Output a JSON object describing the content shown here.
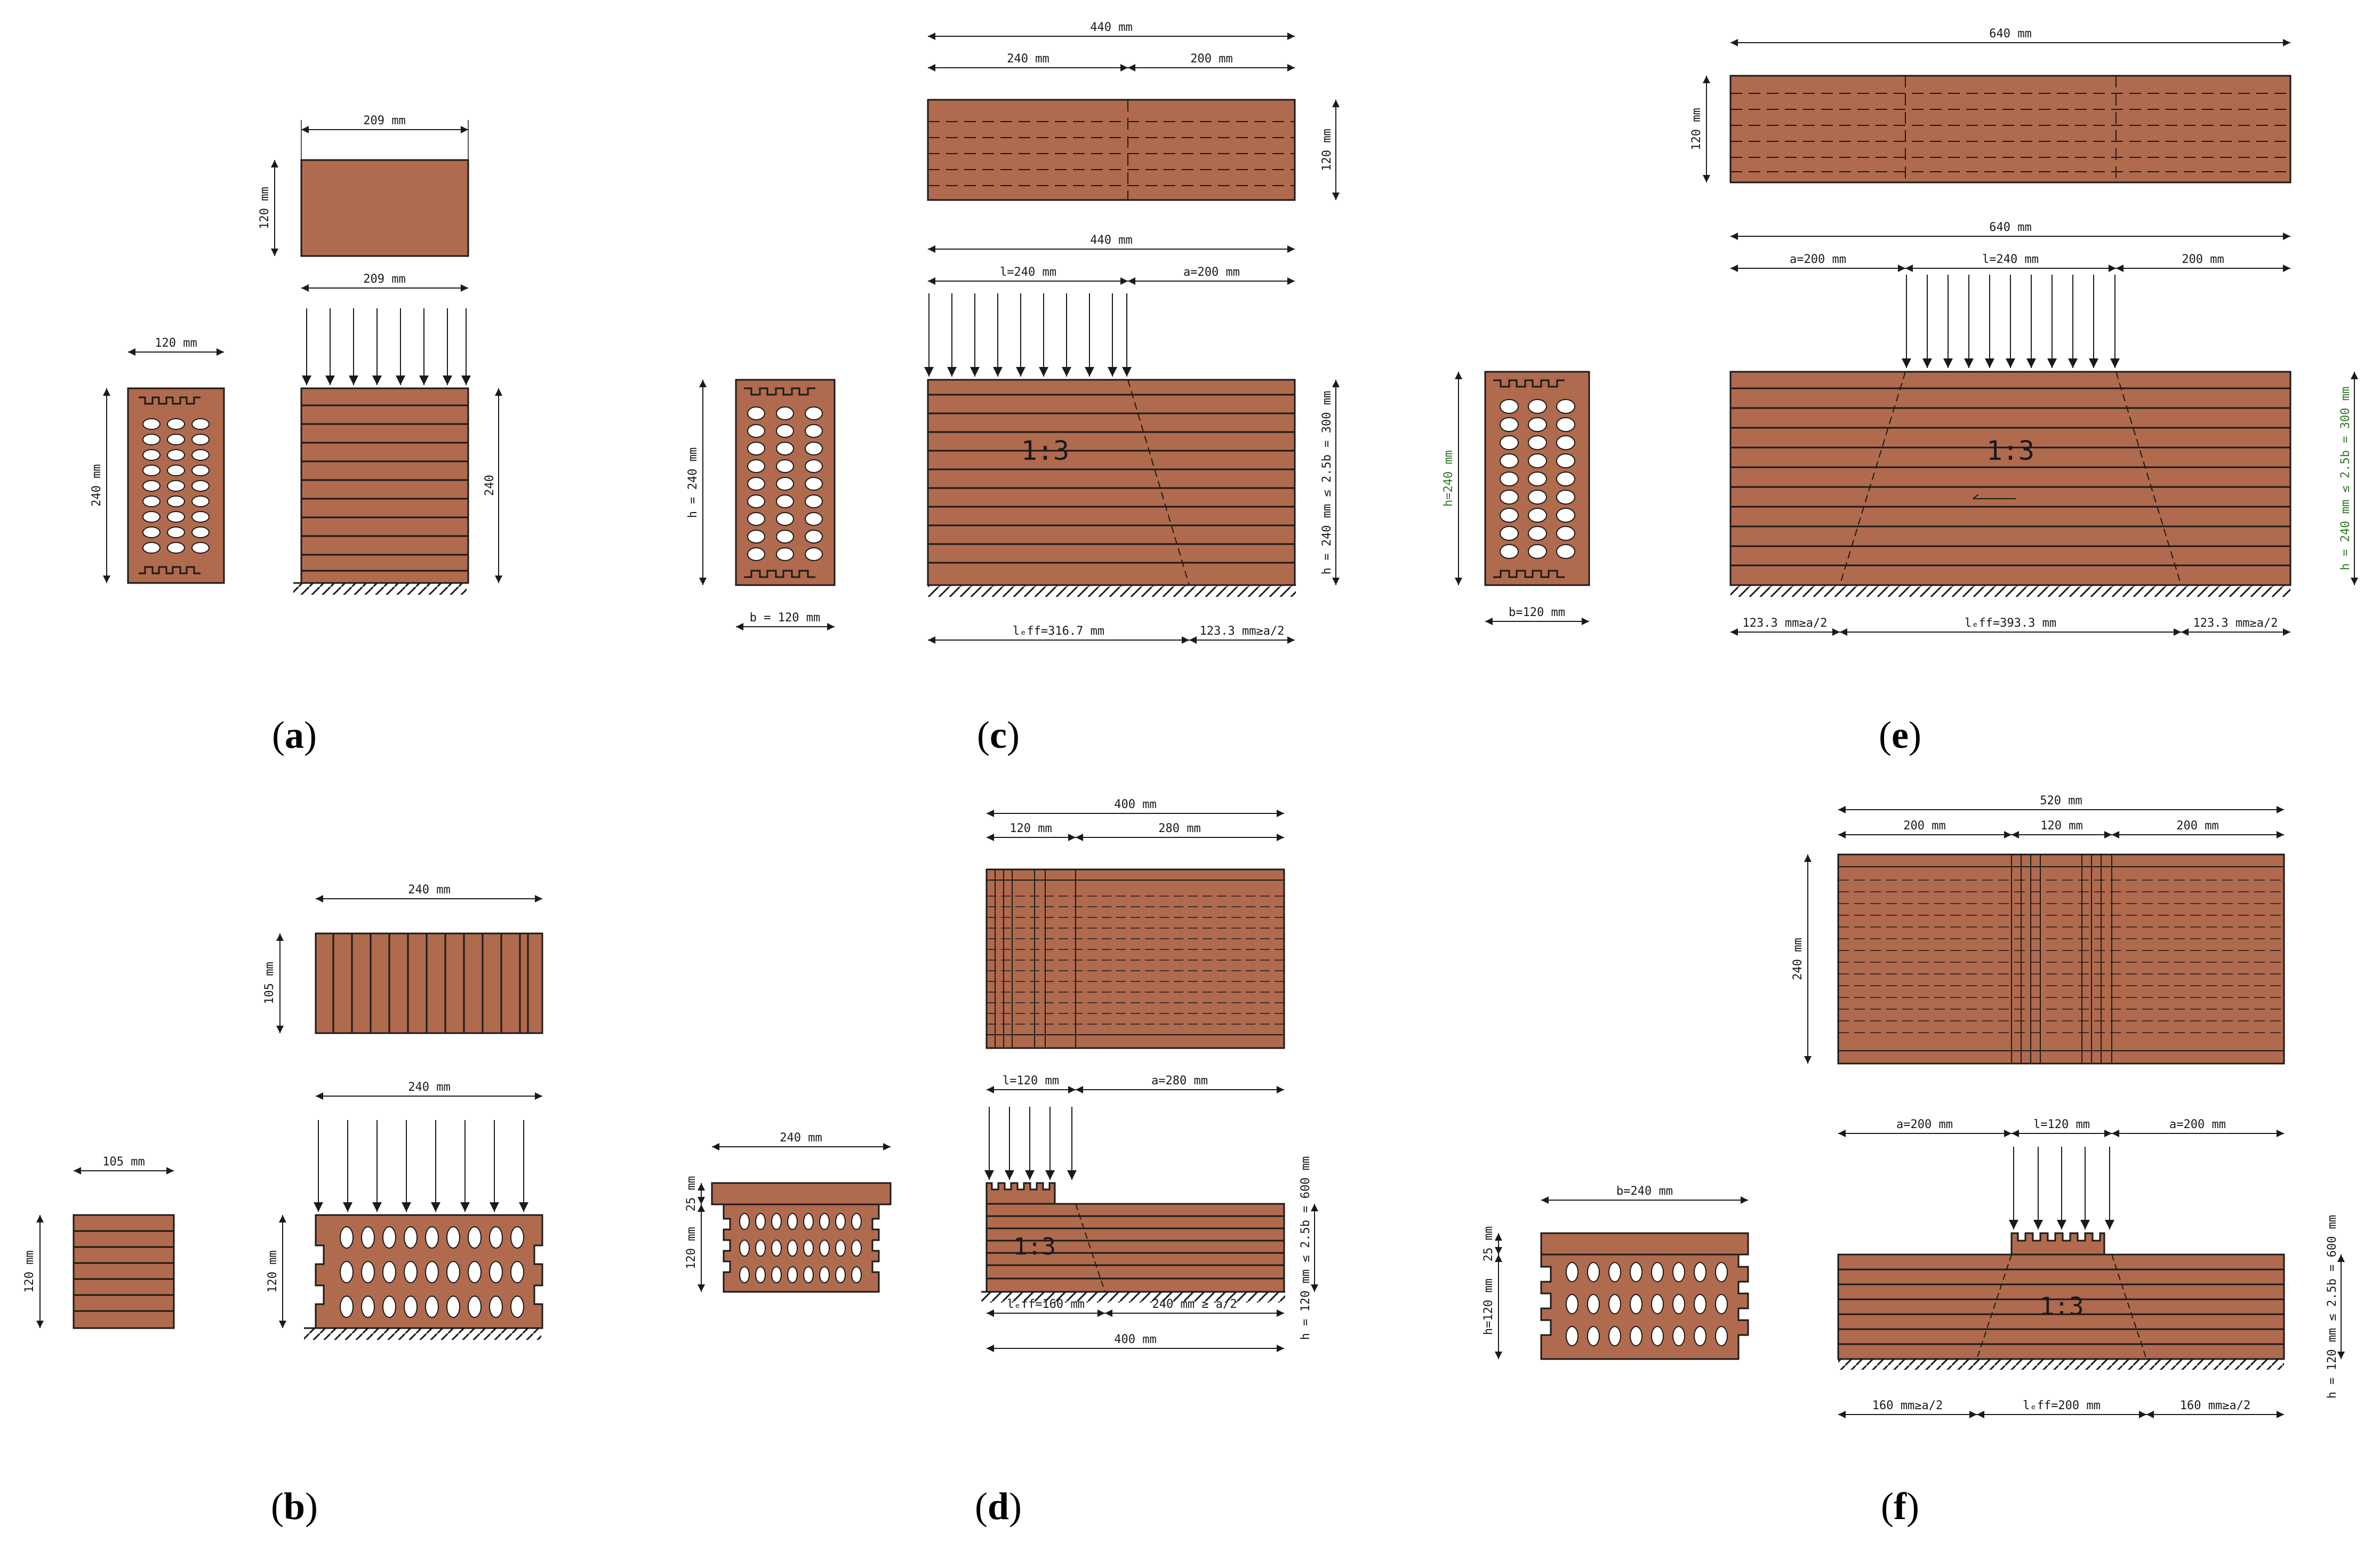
{
  "colors": {
    "brick": "#b06a4d",
    "outline": "#1a1a1a",
    "green_note": "#2f7a25"
  },
  "captions": [
    "a",
    "b",
    "c",
    "d",
    "e",
    "f"
  ],
  "a": {
    "top_w": "209 mm",
    "top_h": "120 mm",
    "load_w": "209 mm",
    "side_w": "120 mm",
    "side_h": "240 mm",
    "front_h": "240"
  },
  "b": {
    "top_w": "240 mm",
    "top_h": "105 mm",
    "load_w": "240 mm",
    "side_w": "105 mm",
    "side_h": "120 mm",
    "front_h": "120 mm"
  },
  "c": {
    "top_total": "440 mm",
    "top_l": "240 mm",
    "top_a": "200 mm",
    "top_h": "120 mm",
    "total": "440 mm",
    "l": "l=240 mm",
    "a": "a=200 mm",
    "ratio": "1:3",
    "h": "h = 240 mm ≤ 2.5b = 300 mm",
    "leff": "lₑff=316.7 mm",
    "rest": "123.3 mm≥a/2",
    "side_h": "h = 240 mm",
    "side_b": "b = 120 mm"
  },
  "d": {
    "top_total": "400 mm",
    "top_l": "120 mm",
    "top_a": "280 mm",
    "l": "l=120 mm",
    "a": "a=280 mm",
    "ratio": "1:3",
    "h": "h = 120 mm ≤ 2.5b = 600 mm",
    "leff": "lₑff=160 mm",
    "rest": "240 mm ≥ a/2",
    "bottom": "400 mm",
    "side_w": "240 mm",
    "side_t": "25 mm",
    "side_h": "120 mm"
  },
  "e": {
    "top_total": "640 mm",
    "top_h": "120 mm",
    "total": "640 mm",
    "a": "a=200 mm",
    "l": "l=240 mm",
    "a2": "200 mm",
    "ratio": "1:3",
    "h": "h = 240 mm ≤ 2.5b = 300 mm",
    "rest_l": "123.3 mm≥a/2",
    "leff": "lₑff=393.3 mm",
    "rest_r": "123.3 mm≥a/2",
    "side_h": "h=240 mm",
    "side_b": "b=120 mm"
  },
  "f": {
    "top_total": "520 mm",
    "top_a": "200 mm",
    "top_l": "120 mm",
    "top_a2": "200 mm",
    "top_h": "240 mm",
    "a": "a=200 mm",
    "l": "l=120 mm",
    "a2": "a=200 mm",
    "ratio": "1:3",
    "h": "h = 120 mm ≤ 2.5b = 600 mm",
    "rest_l": "160 mm≥a/2",
    "leff": "lₑff=200 mm",
    "rest_r": "160 mm≥a/2",
    "side_w": "b=240 mm",
    "side_t": "25 mm",
    "side_h": "h=120 mm"
  }
}
